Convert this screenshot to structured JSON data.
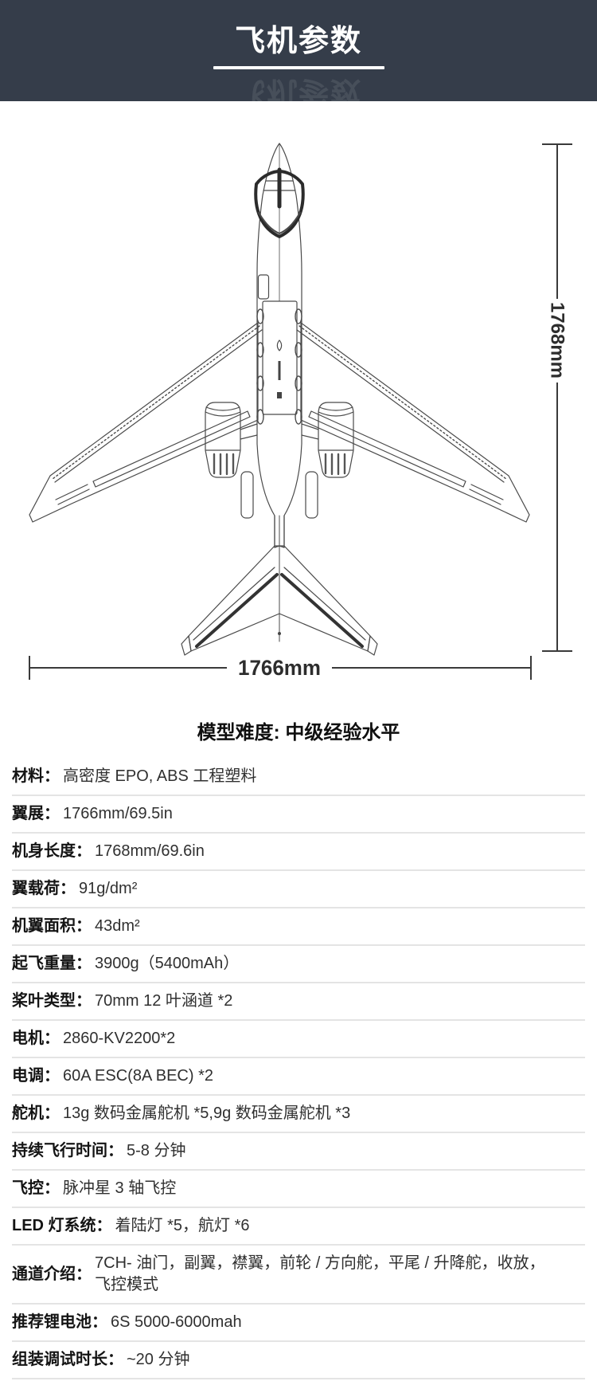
{
  "header": {
    "title": "飞机参数"
  },
  "diagram": {
    "description": "aircraft top view line drawing",
    "length_label": "1768mm",
    "wingspan_label": "1766mm"
  },
  "difficulty_title": "模型难度: 中级经验水平",
  "specs": {
    "rows": [
      {
        "label": "材料：",
        "value": "高密度 EPO, ABS 工程塑料"
      },
      {
        "label": "翼展：",
        "value": "1766mm/69.5in"
      },
      {
        "label": "机身长度：",
        "value": "1768mm/69.6in"
      },
      {
        "label": "翼载荷：",
        "value": "91g/dm²"
      },
      {
        "label": "机翼面积：",
        "value": "43dm²"
      },
      {
        "label": "起飞重量：",
        "value": "3900g（5400mAh）"
      },
      {
        "label": "桨叶类型：",
        "value": "70mm 12 叶涵道 *2"
      },
      {
        "label": "电机：",
        "value": "2860-KV2200*2"
      },
      {
        "label": "电调：",
        "value": "60A ESC(8A BEC) *2"
      },
      {
        "label": "舵机：",
        "value": "13g 数码金属舵机 *5,9g 数码金属舵机 *3"
      },
      {
        "label": "持续飞行时间：",
        "value": "5-8 分钟"
      },
      {
        "label": "飞控：",
        "value": "脉冲星 3 轴飞控"
      },
      {
        "label": "LED 灯系统：",
        "value": "着陆灯 *5，航灯 *6"
      },
      {
        "label": "通道介绍：",
        "value": "7CH- 油门，副翼，襟翼，前轮 / 方向舵，平尾 / 升降舵，收放，飞控模式"
      },
      {
        "label": "推荐锂电池：",
        "value": "6S 5000-6000mah"
      },
      {
        "label": "组装调试时长：",
        "value": "~20 分钟"
      }
    ]
  }
}
